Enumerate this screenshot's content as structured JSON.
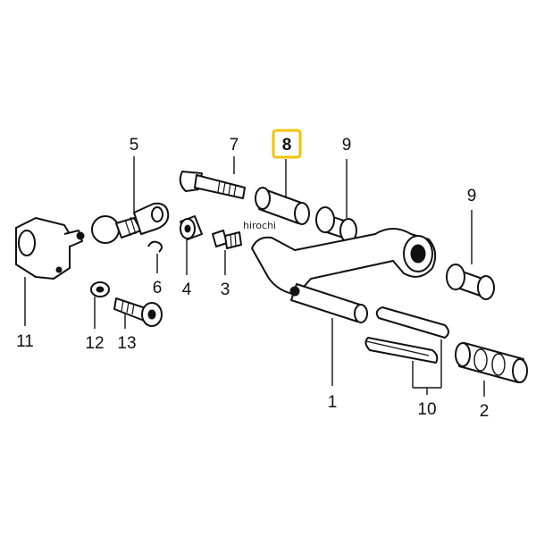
{
  "watermark": "hirochi",
  "highlight_color": "#f2c200",
  "callouts": {
    "p1": "1",
    "p2": "2",
    "p3": "3",
    "p4": "4",
    "p5": "5",
    "p6": "6",
    "p7": "7",
    "p8": "8",
    "p9a": "9",
    "p9b": "9",
    "p10": "10",
    "p11": "11",
    "p12": "12",
    "p13": "13"
  }
}
